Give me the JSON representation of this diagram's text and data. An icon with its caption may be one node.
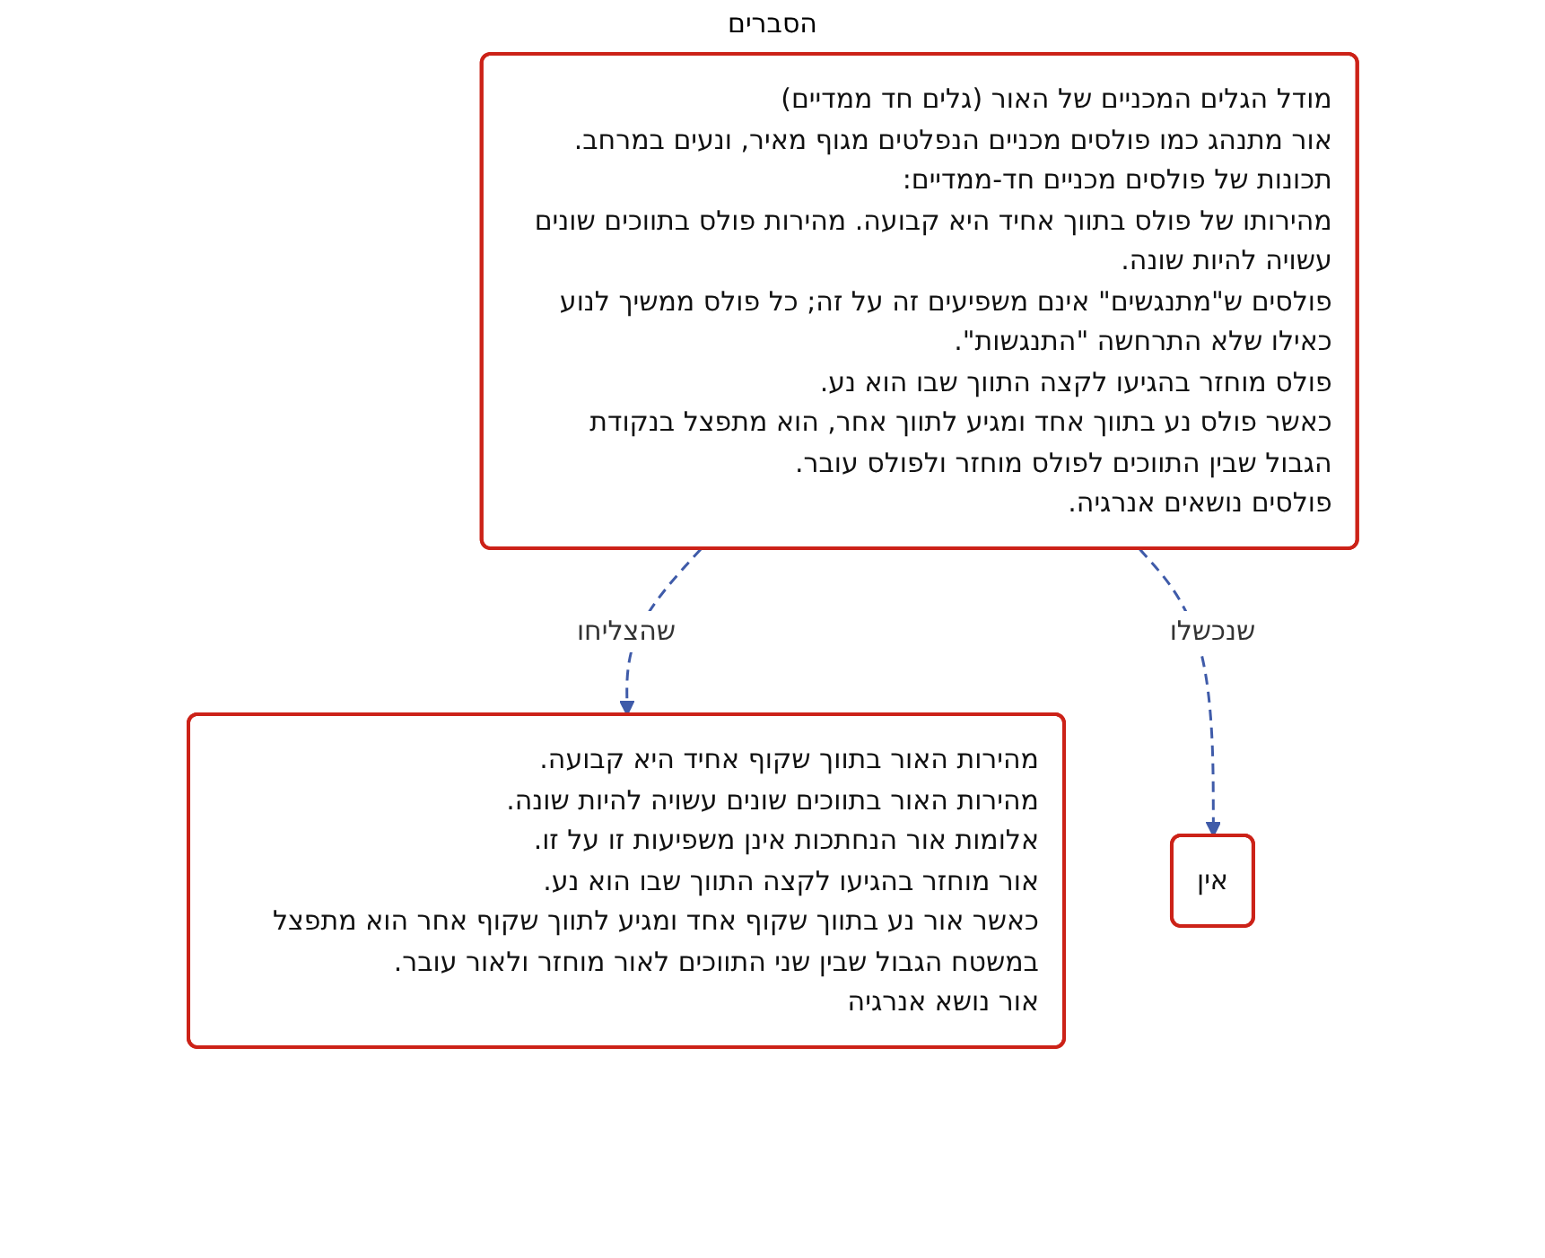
{
  "diagram": {
    "nodes": [
      {
        "text": [
          "מודל הגלים המכניים של האור (גלים חד ממדיים)",
          "אור מתנהג כמו פולסים מכניים הנפלטים מגוף מאיר, ונעים במרחב.",
          "תכונות של פולסים מכניים חד-ממדיים:",
          "מהירותו של פולס בתווך אחיד היא קבועה. מהירות פולס בתווכים שונים עשויה להיות שונה.",
          "פולסים ש\"מתנגשים\" אינם משפיעים זה על זה; כל פולס ממשיך לנוע כאילו שלא התרחשה \"התנגשות\".",
          "פולס מוחזר בהגיעו לקצה התווך שבו הוא נע.",
          "כאשר פולס נע בתווך אחד ומגיע לתווך אחר, הוא מתפצל בנקודת הגבול שבין התווכים לפולס מוחזר ולפולס עובר.",
          "פולסים נושאים אנרגיה."
        ]
      },
      {
        "text": [
          "מהירות האור בתווך שקוף אחיד היא קבועה.",
          "מהירות האור בתווכים שונים עשויה להיות שונה.",
          "אלומות אור הנחתכות אינן משפיעות זו על זו.",
          "אור מוחזר בהגיעו לקצה התווך שבו הוא נע.",
          "כאשר אור נע בתווך שקוף אחד ומגיע לתווך שקוף אחר הוא מתפצל במשטח הגבול שבין שני התווכים לאור מוחזר ולאור עובר.",
          "אור נושא אנרגיה"
        ]
      },
      {
        "text": [
          "אין"
        ]
      }
    ],
    "edges": [
      {
        "from": 0,
        "to": 1,
        "arrow": "to",
        "label": "שהצליחו",
        "style": "dashed"
      },
      {
        "from": 0,
        "to": 2,
        "arrow": "to",
        "label": "שנכשלו",
        "style": "dashed"
      }
    ],
    "labels": [
      "הסברים"
    ]
  }
}
